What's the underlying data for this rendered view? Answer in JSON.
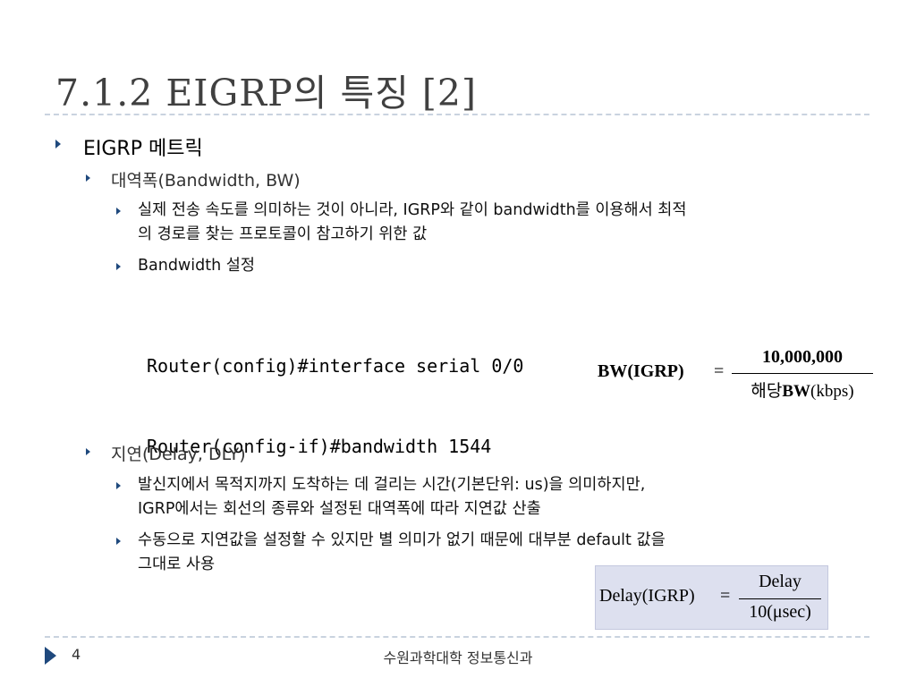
{
  "slide": {
    "title": "7.1.2 EIGRP의 특징 [2]",
    "heading": "EIGRP 메트릭",
    "bandwidth": {
      "heading": "대역폭(Bandwidth, BW)",
      "desc_line1": "실제 전송 속도를 의미하는 것이 아니라, IGRP와 같이 bandwidth를 이용해서 최적",
      "desc_line2": "의 경로를 찾는 프로토콜이 참고하기 위한 값",
      "setting": "Bandwidth 설정",
      "code": [
        "Router(config)#interface serial 0/0",
        "Router(config-if)#bandwidth 1544"
      ],
      "formula": {
        "lhs": "BW(IGRP)",
        "eq": "=",
        "numerator": "10,000,000",
        "denominator_prefix": "해당",
        "denominator_bold": "BW",
        "denominator_suffix": "(kbps)"
      }
    },
    "delay": {
      "heading": "지연(Delay, DLY)",
      "desc_line1": "발신지에서 목적지까지 도착하는 데 걸리는 시간(기본단위: us)을 의미하지만,",
      "desc_line2": "IGRP에서는 회선의 종류와  설정된 대역폭에 따라 지연값 산출",
      "manual_line1": "수동으로 지연값을 설정할 수 있지만 별 의미가 없기 때문에 대부분 default 값을",
      "manual_line2": "그대로 사용",
      "formula": {
        "lhs": "Delay(IGRP)",
        "eq": "=",
        "numerator": "Delay",
        "denominator": "10(μsec)"
      }
    }
  },
  "footer": {
    "page_number": "4",
    "text": "수원과학대학 정보통신과"
  },
  "colors": {
    "title": "#404040",
    "bullet": "#1f497d",
    "rule": "#c9d3df",
    "delay_formula_bg": "#dde0ef"
  },
  "icons": [
    "bullet-triangle-icon",
    "footer-triangle-icon"
  ]
}
